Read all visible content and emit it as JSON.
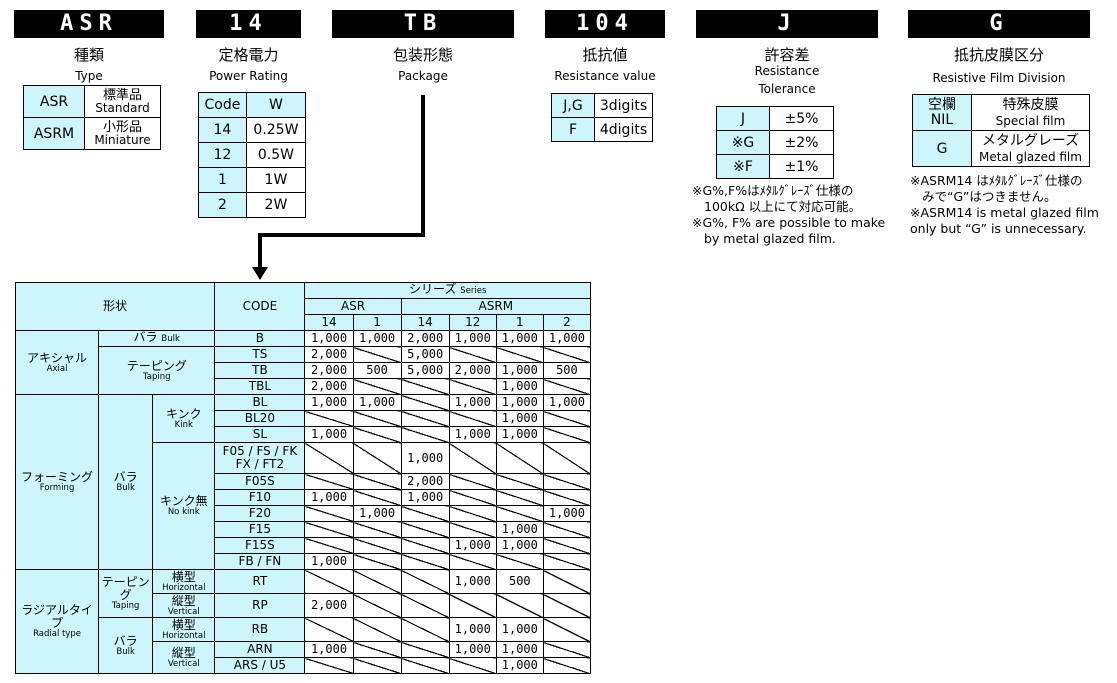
{
  "header": {
    "asr": {
      "code": "ASR",
      "jp": "種類",
      "en": "Type"
    },
    "rating": {
      "code": "14",
      "jp": "定格電力",
      "en": "Power Rating"
    },
    "pkg": {
      "code": "TB",
      "jp": "包装形態",
      "en": "Package"
    },
    "res": {
      "code": "104",
      "jp": "抵抗値",
      "en": "Resistance value"
    },
    "tol": {
      "code": "J",
      "jp": "許容差",
      "en1": "Resistance",
      "en2": "Tolerance"
    },
    "film": {
      "code": "G",
      "jp": "抵抗皮膜区分",
      "en": "Resistive Film Division"
    }
  },
  "type_table": [
    {
      "code": "ASR",
      "jp": "標準品",
      "en": "Standard"
    },
    {
      "code": "ASRM",
      "jp": "小形品",
      "en": "Miniature"
    }
  ],
  "power_table": {
    "head": [
      "Code",
      "W"
    ],
    "rows": [
      [
        "14",
        "0.25W"
      ],
      [
        "12",
        "0.5W"
      ],
      [
        "1",
        "1W"
      ],
      [
        "2",
        "2W"
      ]
    ]
  },
  "res_table": [
    [
      "J,G",
      "3digits"
    ],
    [
      "F",
      "4digits"
    ]
  ],
  "tol_table": [
    [
      "J",
      "±5%"
    ],
    [
      "※G",
      "±2%"
    ],
    [
      "※F",
      "±1%"
    ]
  ],
  "tol_notes": {
    "jp1": "※G%,F%はﾒﾀﾙｸﾞﾚｰｽﾞ仕様の",
    "jp2": "100kΩ 以上にて対応可能。",
    "en1": "※G%, F% are possible to make",
    "en2": "by metal glazed film."
  },
  "film_table": [
    {
      "code1": "空欄",
      "code2": "NIL",
      "jp": "特殊皮膜",
      "en": "Special film"
    },
    {
      "code1": "G",
      "jp": "メタルグレーズ",
      "en": "Metal glazed film"
    }
  ],
  "film_notes": {
    "jp1": "※ASRM14 はﾒﾀﾙｸﾞﾚｰｽﾞ仕様の",
    "jp2": "みで“G”はつきません。",
    "en1": "※ASRM14 is metal glazed film",
    "en2": "only but “G” is unnecessary."
  },
  "pkg_table": {
    "shape": "形状",
    "code": "CODE",
    "series_jp": "シリーズ",
    "series_en": "Series",
    "asr": "ASR",
    "asrm": "ASRM",
    "cols": [
      "14",
      "1",
      "14",
      "12",
      "1",
      "2"
    ],
    "axial_jp": "アキシャル",
    "axial_en": "Axial",
    "forming_jp": "フォーミング",
    "forming_en": "Forming",
    "radial_jp": "ラジアルタイプ",
    "radial_en": "Radial type",
    "bulk_jp": "バラ",
    "bulk_en": "Bulk",
    "taping_jp": "テーピング",
    "taping_en": "Taping",
    "kink_jp": "キンク",
    "kink_en": "Kink",
    "nokink_jp": "キンク無",
    "nokink_en": "No kink",
    "horiz_jp": "横型",
    "horiz_en": "Horizontal",
    "vert_jp": "縦型",
    "vert_en": "Vertical",
    "rows": [
      {
        "code": "B",
        "v": [
          "1,000",
          "1,000",
          "2,000",
          "1,000",
          "1,000",
          "1,000"
        ]
      },
      {
        "code": "TS",
        "v": [
          "2,000",
          "",
          "5,000",
          "",
          "",
          ""
        ]
      },
      {
        "code": "TB",
        "v": [
          "2,000",
          "500",
          "5,000",
          "2,000",
          "1,000",
          "500"
        ]
      },
      {
        "code": "TBL",
        "v": [
          "2,000",
          "",
          "",
          "",
          "1,000",
          ""
        ]
      },
      {
        "code": "BL",
        "v": [
          "1,000",
          "1,000",
          "",
          "1,000",
          "1,000",
          "1,000"
        ]
      },
      {
        "code": "BL20",
        "v": [
          "",
          "",
          "",
          "",
          "1,000",
          ""
        ]
      },
      {
        "code": "SL",
        "v": [
          "1,000",
          "",
          "",
          "1,000",
          "1,000",
          ""
        ]
      },
      {
        "code": "F05 / FS / FK\nFX / FT2",
        "v": [
          "",
          "",
          "1,000",
          "",
          "",
          ""
        ]
      },
      {
        "code": "F05S",
        "v": [
          "",
          "",
          "2,000",
          "",
          "",
          ""
        ]
      },
      {
        "code": "F10",
        "v": [
          "1,000",
          "",
          "1,000",
          "",
          "",
          ""
        ]
      },
      {
        "code": "F20",
        "v": [
          "",
          "1,000",
          "",
          "",
          "",
          "1,000"
        ]
      },
      {
        "code": "F15",
        "v": [
          "",
          "",
          "",
          "",
          "1,000",
          ""
        ]
      },
      {
        "code": "F15S",
        "v": [
          "",
          "",
          "",
          "1,000",
          "1,000",
          ""
        ]
      },
      {
        "code": "FB / FN",
        "v": [
          "1,000",
          "",
          "",
          "",
          "",
          ""
        ]
      },
      {
        "code": "RT",
        "v": [
          "",
          "",
          "",
          "1,000",
          "500",
          ""
        ]
      },
      {
        "code": "RP",
        "v": [
          "2,000",
          "",
          "",
          "",
          "",
          ""
        ]
      },
      {
        "code": "RB",
        "v": [
          "",
          "",
          "",
          "1,000",
          "1,000",
          ""
        ]
      },
      {
        "code": "ARN",
        "v": [
          "1,000",
          "",
          "",
          "1,000",
          "1,000",
          ""
        ]
      },
      {
        "code": "ARS / U5",
        "v": [
          "",
          "",
          "",
          "",
          "1,000",
          ""
        ]
      }
    ]
  }
}
